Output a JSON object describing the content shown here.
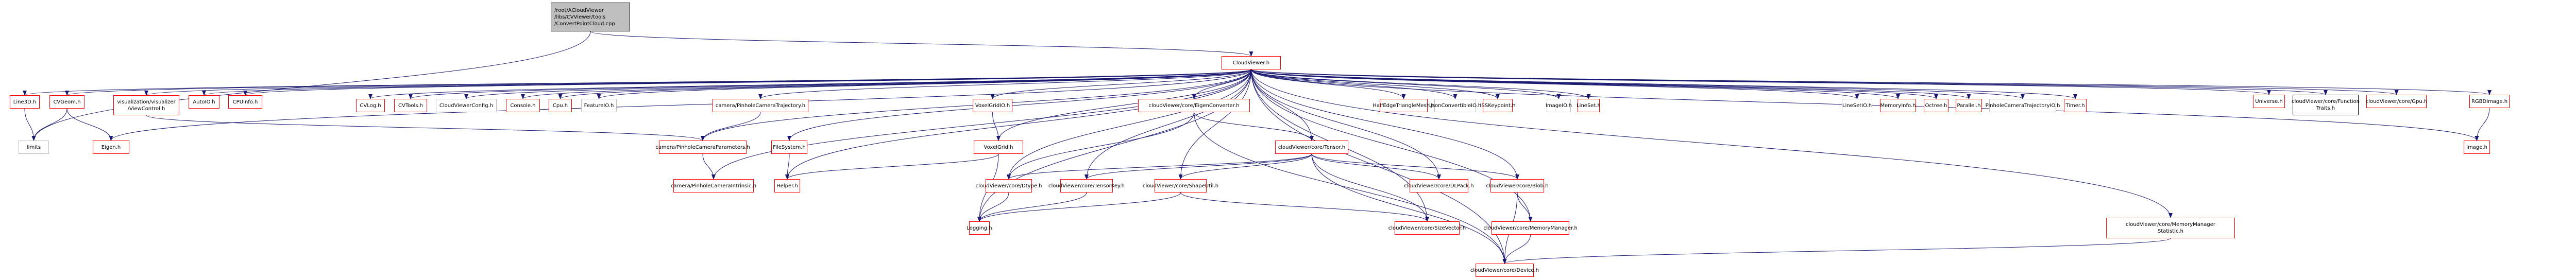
{
  "graph": {
    "title": "Include dependency graph for ConvertPointCloud.cpp",
    "colors": {
      "edge": "#191970",
      "node_border_linked": "#ff0000",
      "node_border_external": "#bfbfbf",
      "node_border_nolink": "#000000",
      "root_fill": "#bfbfbf"
    },
    "nodes": [
      {
        "id": "root",
        "label": "/root/ACloudViewer\n/libs/CVViewer/tools\n/ConvertPointCloud.cpp",
        "kind": "root"
      },
      {
        "id": "cloudviewer",
        "label": "CloudViewer.h",
        "kind": "linked"
      },
      {
        "id": "line3d",
        "label": "Line3D.h",
        "kind": "linked"
      },
      {
        "id": "cvgeom",
        "label": "CVGeom.h",
        "kind": "linked"
      },
      {
        "id": "viewcontrol",
        "label": "visualization/visualizer\n/ViewControl.h",
        "kind": "linked"
      },
      {
        "id": "autoio",
        "label": "AutoIO.h",
        "kind": "linked"
      },
      {
        "id": "cpuinfo",
        "label": "CPUInfo.h",
        "kind": "linked"
      },
      {
        "id": "cvlog",
        "label": "CVLog.h",
        "kind": "linked"
      },
      {
        "id": "cvtools",
        "label": "CVTools.h",
        "kind": "linked"
      },
      {
        "id": "cvconfig",
        "label": "CloudViewerConfig.h",
        "kind": "external"
      },
      {
        "id": "console",
        "label": "Console.h",
        "kind": "linked"
      },
      {
        "id": "cpu",
        "label": "Cpu.h",
        "kind": "linked"
      },
      {
        "id": "featureio",
        "label": "FeatureIO.h",
        "kind": "external"
      },
      {
        "id": "camtraj",
        "label": "camera/PinholeCameraTrajectory.h",
        "kind": "linked"
      },
      {
        "id": "voxelgridio",
        "label": "VoxelGridIO.h",
        "kind": "linked"
      },
      {
        "id": "eigenconv",
        "label": "cloudViewer/core/EigenConverter.h",
        "kind": "linked"
      },
      {
        "id": "halfedge",
        "label": "HalfEdgeTriangleMesh.h",
        "kind": "linked"
      },
      {
        "id": "ijson",
        "label": "IJsonConvertibleIO.h",
        "kind": "external"
      },
      {
        "id": "isskey",
        "label": "ISSKeypoint.h",
        "kind": "linked"
      },
      {
        "id": "imageio",
        "label": "ImageIO.h",
        "kind": "external"
      },
      {
        "id": "lineset",
        "label": "LineSet.h",
        "kind": "linked"
      },
      {
        "id": "linesetio",
        "label": "LineSetIO.h",
        "kind": "external"
      },
      {
        "id": "meminfo",
        "label": "MemoryInfo.h",
        "kind": "linked"
      },
      {
        "id": "octree",
        "label": "Octree.h",
        "kind": "linked"
      },
      {
        "id": "parallel",
        "label": "Parallel.h",
        "kind": "linked"
      },
      {
        "id": "camtrajio",
        "label": "PinholeCameraTrajectoryIO.h",
        "kind": "external"
      },
      {
        "id": "timer",
        "label": "Timer.h",
        "kind": "linked"
      },
      {
        "id": "universe",
        "label": "Universe.h",
        "kind": "linked"
      },
      {
        "id": "functraits",
        "label": "cloudViewer/core/Function\nTraits.h",
        "kind": "nolink"
      },
      {
        "id": "gpu",
        "label": "cloudViewer/core/Gpu.h",
        "kind": "linked"
      },
      {
        "id": "rgbd",
        "label": "RGBDImage.h",
        "kind": "linked"
      },
      {
        "id": "limits",
        "label": "limits",
        "kind": "external"
      },
      {
        "id": "eigen",
        "label": "Eigen.h",
        "kind": "linked"
      },
      {
        "id": "camparams",
        "label": "camera/PinholeCameraParameters.h",
        "kind": "linked"
      },
      {
        "id": "filesystem",
        "label": "FileSystem.h",
        "kind": "linked"
      },
      {
        "id": "voxelgrid",
        "label": "VoxelGrid.h",
        "kind": "linked"
      },
      {
        "id": "tensor",
        "label": "cloudViewer/core/Tensor.h",
        "kind": "linked"
      },
      {
        "id": "image",
        "label": "Image.h",
        "kind": "linked"
      },
      {
        "id": "camintr",
        "label": "camera/PinholeCameraIntrinsic.h",
        "kind": "linked"
      },
      {
        "id": "helper",
        "label": "Helper.h",
        "kind": "linked"
      },
      {
        "id": "dtype",
        "label": "cloudViewer/core/Dtype.h",
        "kind": "linked"
      },
      {
        "id": "tensorkey",
        "label": "cloudViewer/core/TensorKey.h",
        "kind": "linked"
      },
      {
        "id": "shapeutil",
        "label": "cloudViewer/core/ShapeUtil.h",
        "kind": "linked"
      },
      {
        "id": "dlpack",
        "label": "cloudViewer/core/DLPack.h",
        "kind": "linked"
      },
      {
        "id": "blob",
        "label": "cloudViewer/core/Blob.h",
        "kind": "linked"
      },
      {
        "id": "logging",
        "label": "Logging.h",
        "kind": "linked"
      },
      {
        "id": "sizevector",
        "label": "cloudViewer/core/SizeVector.h",
        "kind": "linked"
      },
      {
        "id": "memmgr",
        "label": "cloudViewer/core/MemoryManager.h",
        "kind": "linked"
      },
      {
        "id": "memstat",
        "label": "cloudViewer/core/MemoryManager\nStatistic.h",
        "kind": "linked"
      },
      {
        "id": "device",
        "label": "cloudViewer/core/Device.h",
        "kind": "linked"
      }
    ],
    "edges": [
      [
        "root",
        "cloudviewer"
      ],
      [
        "root",
        "limits"
      ],
      [
        "cloudviewer",
        "line3d"
      ],
      [
        "cloudviewer",
        "cvgeom"
      ],
      [
        "cloudviewer",
        "viewcontrol"
      ],
      [
        "cloudviewer",
        "autoio"
      ],
      [
        "cloudviewer",
        "cpuinfo"
      ],
      [
        "cloudviewer",
        "cvlog"
      ],
      [
        "cloudviewer",
        "cvtools"
      ],
      [
        "cloudviewer",
        "cvconfig"
      ],
      [
        "cloudviewer",
        "console"
      ],
      [
        "cloudviewer",
        "cpu"
      ],
      [
        "cloudviewer",
        "featureio"
      ],
      [
        "cloudviewer",
        "camtraj"
      ],
      [
        "cloudviewer",
        "voxelgridio"
      ],
      [
        "cloudviewer",
        "eigenconv"
      ],
      [
        "cloudviewer",
        "halfedge"
      ],
      [
        "cloudviewer",
        "ijson"
      ],
      [
        "cloudviewer",
        "isskey"
      ],
      [
        "cloudviewer",
        "imageio"
      ],
      [
        "cloudviewer",
        "lineset"
      ],
      [
        "cloudviewer",
        "linesetio"
      ],
      [
        "cloudviewer",
        "meminfo"
      ],
      [
        "cloudviewer",
        "octree"
      ],
      [
        "cloudviewer",
        "parallel"
      ],
      [
        "cloudviewer",
        "camtrajio"
      ],
      [
        "cloudviewer",
        "timer"
      ],
      [
        "cloudviewer",
        "universe"
      ],
      [
        "cloudviewer",
        "functraits"
      ],
      [
        "cloudviewer",
        "gpu"
      ],
      [
        "cloudviewer",
        "rgbd"
      ],
      [
        "cloudviewer",
        "image"
      ],
      [
        "cloudviewer",
        "eigen"
      ],
      [
        "cloudviewer",
        "camparams"
      ],
      [
        "cloudviewer",
        "camintr"
      ],
      [
        "cloudviewer",
        "filesystem"
      ],
      [
        "cloudviewer",
        "helper"
      ],
      [
        "cloudviewer",
        "voxelgrid"
      ],
      [
        "cloudviewer",
        "tensor"
      ],
      [
        "cloudviewer",
        "dtype"
      ],
      [
        "cloudviewer",
        "tensorkey"
      ],
      [
        "cloudviewer",
        "shapeutil"
      ],
      [
        "cloudviewer",
        "dlpack"
      ],
      [
        "cloudviewer",
        "blob"
      ],
      [
        "cloudviewer",
        "sizevector"
      ],
      [
        "cloudviewer",
        "memmgr"
      ],
      [
        "cloudviewer",
        "memstat"
      ],
      [
        "cloudviewer",
        "device"
      ],
      [
        "cloudviewer",
        "logging"
      ],
      [
        "line3d",
        "limits"
      ],
      [
        "cvgeom",
        "limits"
      ],
      [
        "cvgeom",
        "eigen"
      ],
      [
        "viewcontrol",
        "camparams"
      ],
      [
        "camtraj",
        "camparams"
      ],
      [
        "camparams",
        "camintr"
      ],
      [
        "filesystem",
        "helper"
      ],
      [
        "voxelgridio",
        "voxelgrid"
      ],
      [
        "voxelgrid",
        "helper"
      ],
      [
        "voxelgrid",
        "logging"
      ],
      [
        "eigenconv",
        "tensor"
      ],
      [
        "eigenconv",
        "dtype"
      ],
      [
        "eigenconv",
        "device"
      ],
      [
        "tensor",
        "dtype"
      ],
      [
        "tensor",
        "tensorkey"
      ],
      [
        "tensor",
        "shapeutil"
      ],
      [
        "tensor",
        "dlpack"
      ],
      [
        "tensor",
        "blob"
      ],
      [
        "tensor",
        "sizevector"
      ],
      [
        "tensor",
        "device"
      ],
      [
        "dtype",
        "logging"
      ],
      [
        "tensorkey",
        "logging"
      ],
      [
        "shapeutil",
        "logging"
      ],
      [
        "shapeutil",
        "sizevector"
      ],
      [
        "blob",
        "memmgr"
      ],
      [
        "blob",
        "device"
      ],
      [
        "memmgr",
        "device"
      ],
      [
        "memstat",
        "device"
      ],
      [
        "rgbd",
        "image"
      ]
    ]
  }
}
